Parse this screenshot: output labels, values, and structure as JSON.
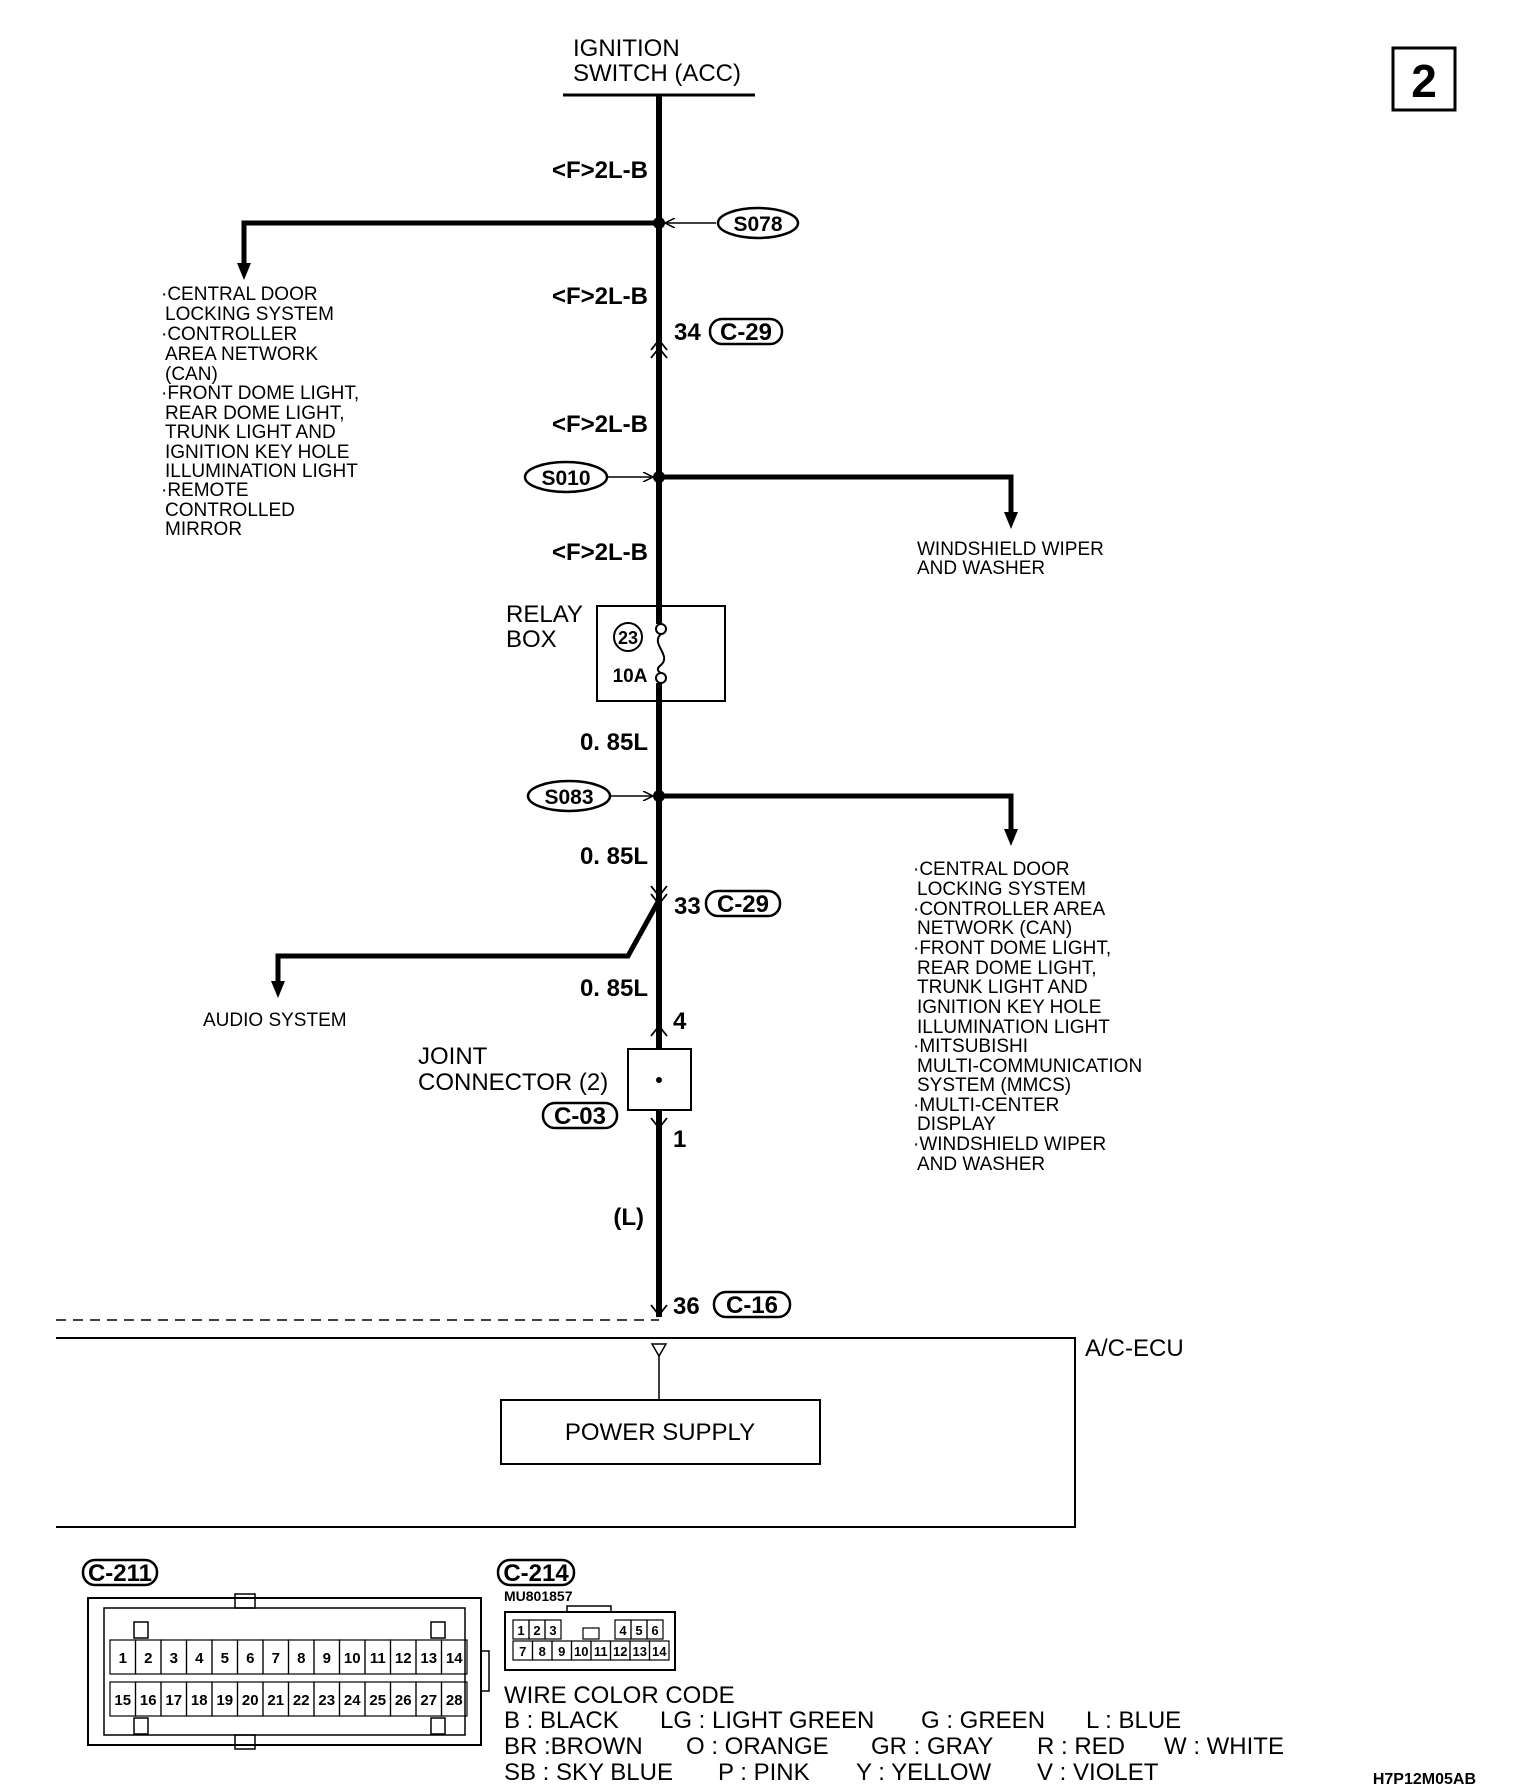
{
  "page_number": "2",
  "ignition_switch": [
    "IGNITION",
    "SWITCH (ACC)"
  ],
  "wires": {
    "w1": "<F>2L-B",
    "w2": "<F>2L-B",
    "w3": "<F>2L-B",
    "w4": "<F>2L-B",
    "w5": "0. 85L",
    "w6": "0. 85L",
    "w7": "0. 85L",
    "w8": "(L)"
  },
  "splices": {
    "s1": "S078",
    "s2": "S010",
    "s3": "S083"
  },
  "connectors": {
    "c29_pin34": "34",
    "c29_a": "C-29",
    "c29_pin33": "33",
    "c29_b": "C-29",
    "jc_pin4": "4",
    "jc_pin1": "1",
    "c03": "C-03",
    "c16_pin": "36",
    "c16": "C-16"
  },
  "branch_left_1": [
    "·CENTRAL DOOR",
    "LOCKING SYSTEM",
    "·CONTROLLER",
    "AREA NETWORK",
    "(CAN)",
    "·FRONT DOME LIGHT,",
    "REAR DOME LIGHT,",
    "TRUNK LIGHT AND",
    "IGNITION KEY HOLE",
    "ILLUMINATION LIGHT",
    "·REMOTE",
    "CONTROLLED",
    "MIRROR"
  ],
  "branch_right_1": [
    "WINDSHIELD WIPER",
    "AND WASHER"
  ],
  "branch_right_2": [
    "·CENTRAL DOOR",
    "LOCKING SYSTEM",
    "·CONTROLLER AREA",
    "NETWORK (CAN)",
    "·FRONT DOME LIGHT,",
    "REAR DOME LIGHT,",
    "TRUNK LIGHT AND",
    "IGNITION KEY HOLE",
    "ILLUMINATION LIGHT",
    "·MITSUBISHI",
    "MULTI-COMMUNICATION",
    "SYSTEM (MMCS)",
    "·MULTI-CENTER",
    "DISPLAY",
    "·WINDSHIELD WIPER",
    "AND WASHER"
  ],
  "relay_box": {
    "label": [
      "RELAY",
      "BOX"
    ],
    "fuse_no": "23",
    "rating": "10A"
  },
  "audio_system": "AUDIO SYSTEM",
  "joint_connector": [
    "JOINT",
    "CONNECTOR (2)"
  ],
  "ecu": {
    "name": "A/C-ECU",
    "block": "POWER SUPPLY"
  },
  "conn_c211": {
    "label": "C-211",
    "row1": [
      "1",
      "2",
      "3",
      "4",
      "5",
      "6",
      "7",
      "8",
      "9",
      "10",
      "11",
      "12",
      "13",
      "14"
    ],
    "row2": [
      "15",
      "16",
      "17",
      "18",
      "19",
      "20",
      "21",
      "22",
      "23",
      "24",
      "25",
      "26",
      "27",
      "28"
    ]
  },
  "conn_c214": {
    "label": "C-214",
    "part": "MU801857",
    "row1": [
      "1",
      "2",
      "3",
      "4",
      "5",
      "6"
    ],
    "row2": [
      "7",
      "8",
      "9",
      "10",
      "11",
      "12",
      "13",
      "14"
    ]
  },
  "wire_color_code": {
    "title": "WIRE COLOR CODE",
    "rows": [
      [
        "B : BLACK",
        "LG : LIGHT GREEN",
        "G : GREEN",
        "L : BLUE"
      ],
      [
        "BR :BROWN",
        "O : ORANGE",
        "GR : GRAY",
        "R : RED",
        "W : WHITE"
      ],
      [
        "SB : SKY BLUE",
        "P : PINK",
        "Y : YELLOW",
        "V : VIOLET"
      ]
    ]
  },
  "figure_code": "H7P12M05AB"
}
